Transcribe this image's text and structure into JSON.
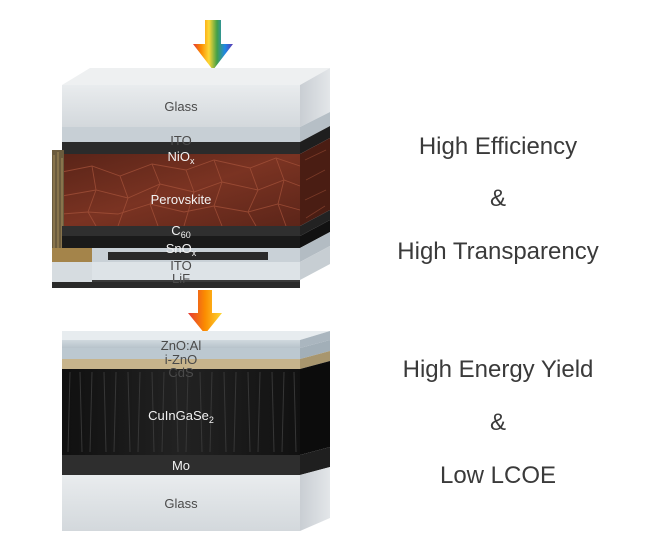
{
  "top_cell": {
    "glass": "Glass",
    "ito_top": "ITO",
    "nio": {
      "base": "NiO",
      "sub": "x"
    },
    "perovskite": "Perovskite",
    "c60": {
      "base": "C",
      "sub": "60"
    },
    "sno": {
      "base": "SnO",
      "sub": "x"
    },
    "ito_bottom": "ITO",
    "lif": "LiF"
  },
  "bottom_cell": {
    "zno_al": "ZnO:Al",
    "i_zno": "i-ZnO",
    "cds": "CdS",
    "cigs": {
      "base": "CuInGaSe",
      "sub": "2"
    },
    "mo": "Mo",
    "glass": "Glass"
  },
  "claims": {
    "top_line1": "High Efficiency",
    "top_line2": "&",
    "top_line3": "High Transparency",
    "bottom_line1": "High Energy Yield",
    "bottom_line2": "&",
    "bottom_line3": "Low LCOE"
  },
  "colors": {
    "spectrum": [
      "#e53935",
      "#fb8c00",
      "#fdd835",
      "#43a047",
      "#1e88e5",
      "#5e35b1"
    ],
    "perovskite": "#6b2a1e",
    "cigs": "#151515",
    "glass": "#dfe3e6"
  }
}
